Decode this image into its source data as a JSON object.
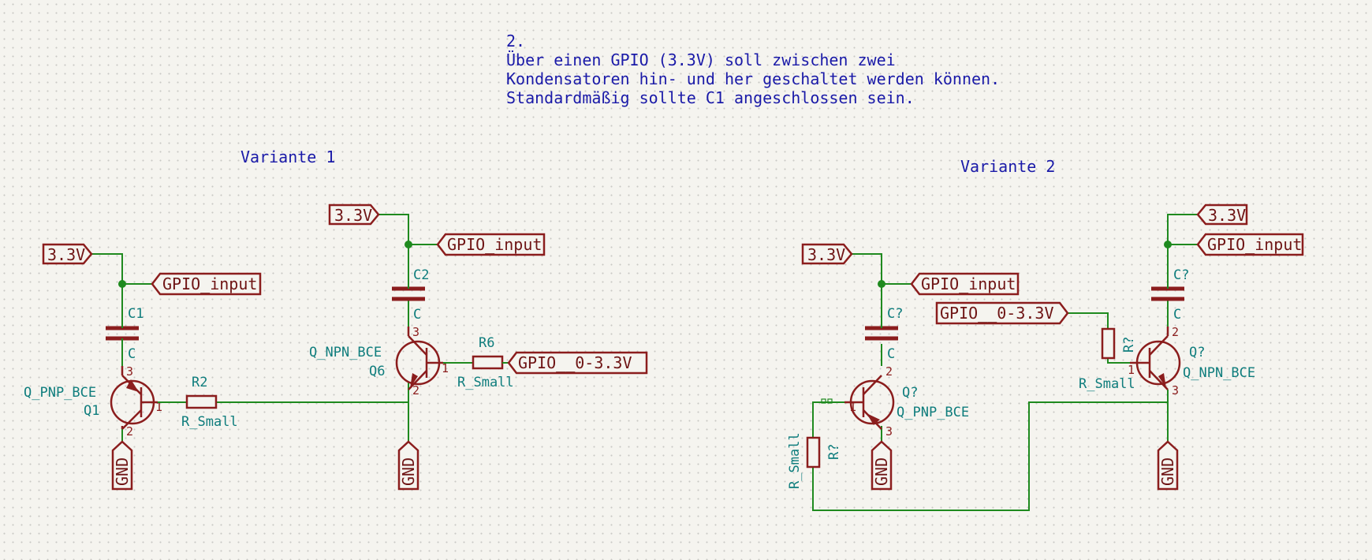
{
  "note": {
    "lines": [
      "2.",
      "Über einen GPIO (3.3V) soll zwischen zwei",
      "Kondensatoren hin- und her geschaltet werden können.",
      "Standardmäßig sollte C1 angeschlossen sein."
    ]
  },
  "variante1": {
    "title": "Variante 1",
    "left": {
      "power": "3.3V",
      "gpio_input": "GPIO_input",
      "cap_ref": "C1",
      "cap_val": "C",
      "q_val": "Q_PNP_BCE",
      "q_ref": "Q1",
      "res_ref": "R2",
      "res_val": "R_Small",
      "gnd": "GND",
      "pin1": "1",
      "pin2": "2",
      "pin3": "3"
    },
    "right": {
      "power": "3.3V",
      "gpio_input": "GPIO_input",
      "cap_ref": "C2",
      "cap_val": "C",
      "q_val": "Q_NPN_BCE",
      "q_ref": "Q6",
      "res_ref": "R6",
      "res_val": "R_Small",
      "gpio_ctrl": "GPIO__0-3.3V",
      "gnd": "GND",
      "pin1": "1",
      "pin2": "2",
      "pin3": "3"
    }
  },
  "variante2": {
    "title": "Variante 2",
    "left": {
      "power": "3.3V",
      "gpio_input": "GPIO_input",
      "cap_ref": "C?",
      "cap_val": "C",
      "q_ref": "Q?",
      "q_val": "Q_PNP_BCE",
      "res_ref": "R?",
      "res_val": "R_Small",
      "gnd": "GND",
      "pin1": "1",
      "pin2": "2",
      "pin3": "3"
    },
    "right": {
      "power": "3.3V",
      "gpio_input": "GPIO_input",
      "gpio_ctrl": "GPIO__0-3.3V",
      "cap_ref": "C?",
      "cap_val": "C",
      "q_ref": "Q?",
      "q_val": "Q_NPN_BCE",
      "res_ref": "R?",
      "res_val": "R_Small",
      "gnd": "GND",
      "pin1": "1",
      "pin2": "2",
      "pin3": "3"
    }
  },
  "colors": {
    "wire": "#1f8a1f",
    "symbol": "#8b1d1d",
    "label": "#0f7d7d",
    "note": "#1a1aa8",
    "background": "#f5f4ef"
  }
}
